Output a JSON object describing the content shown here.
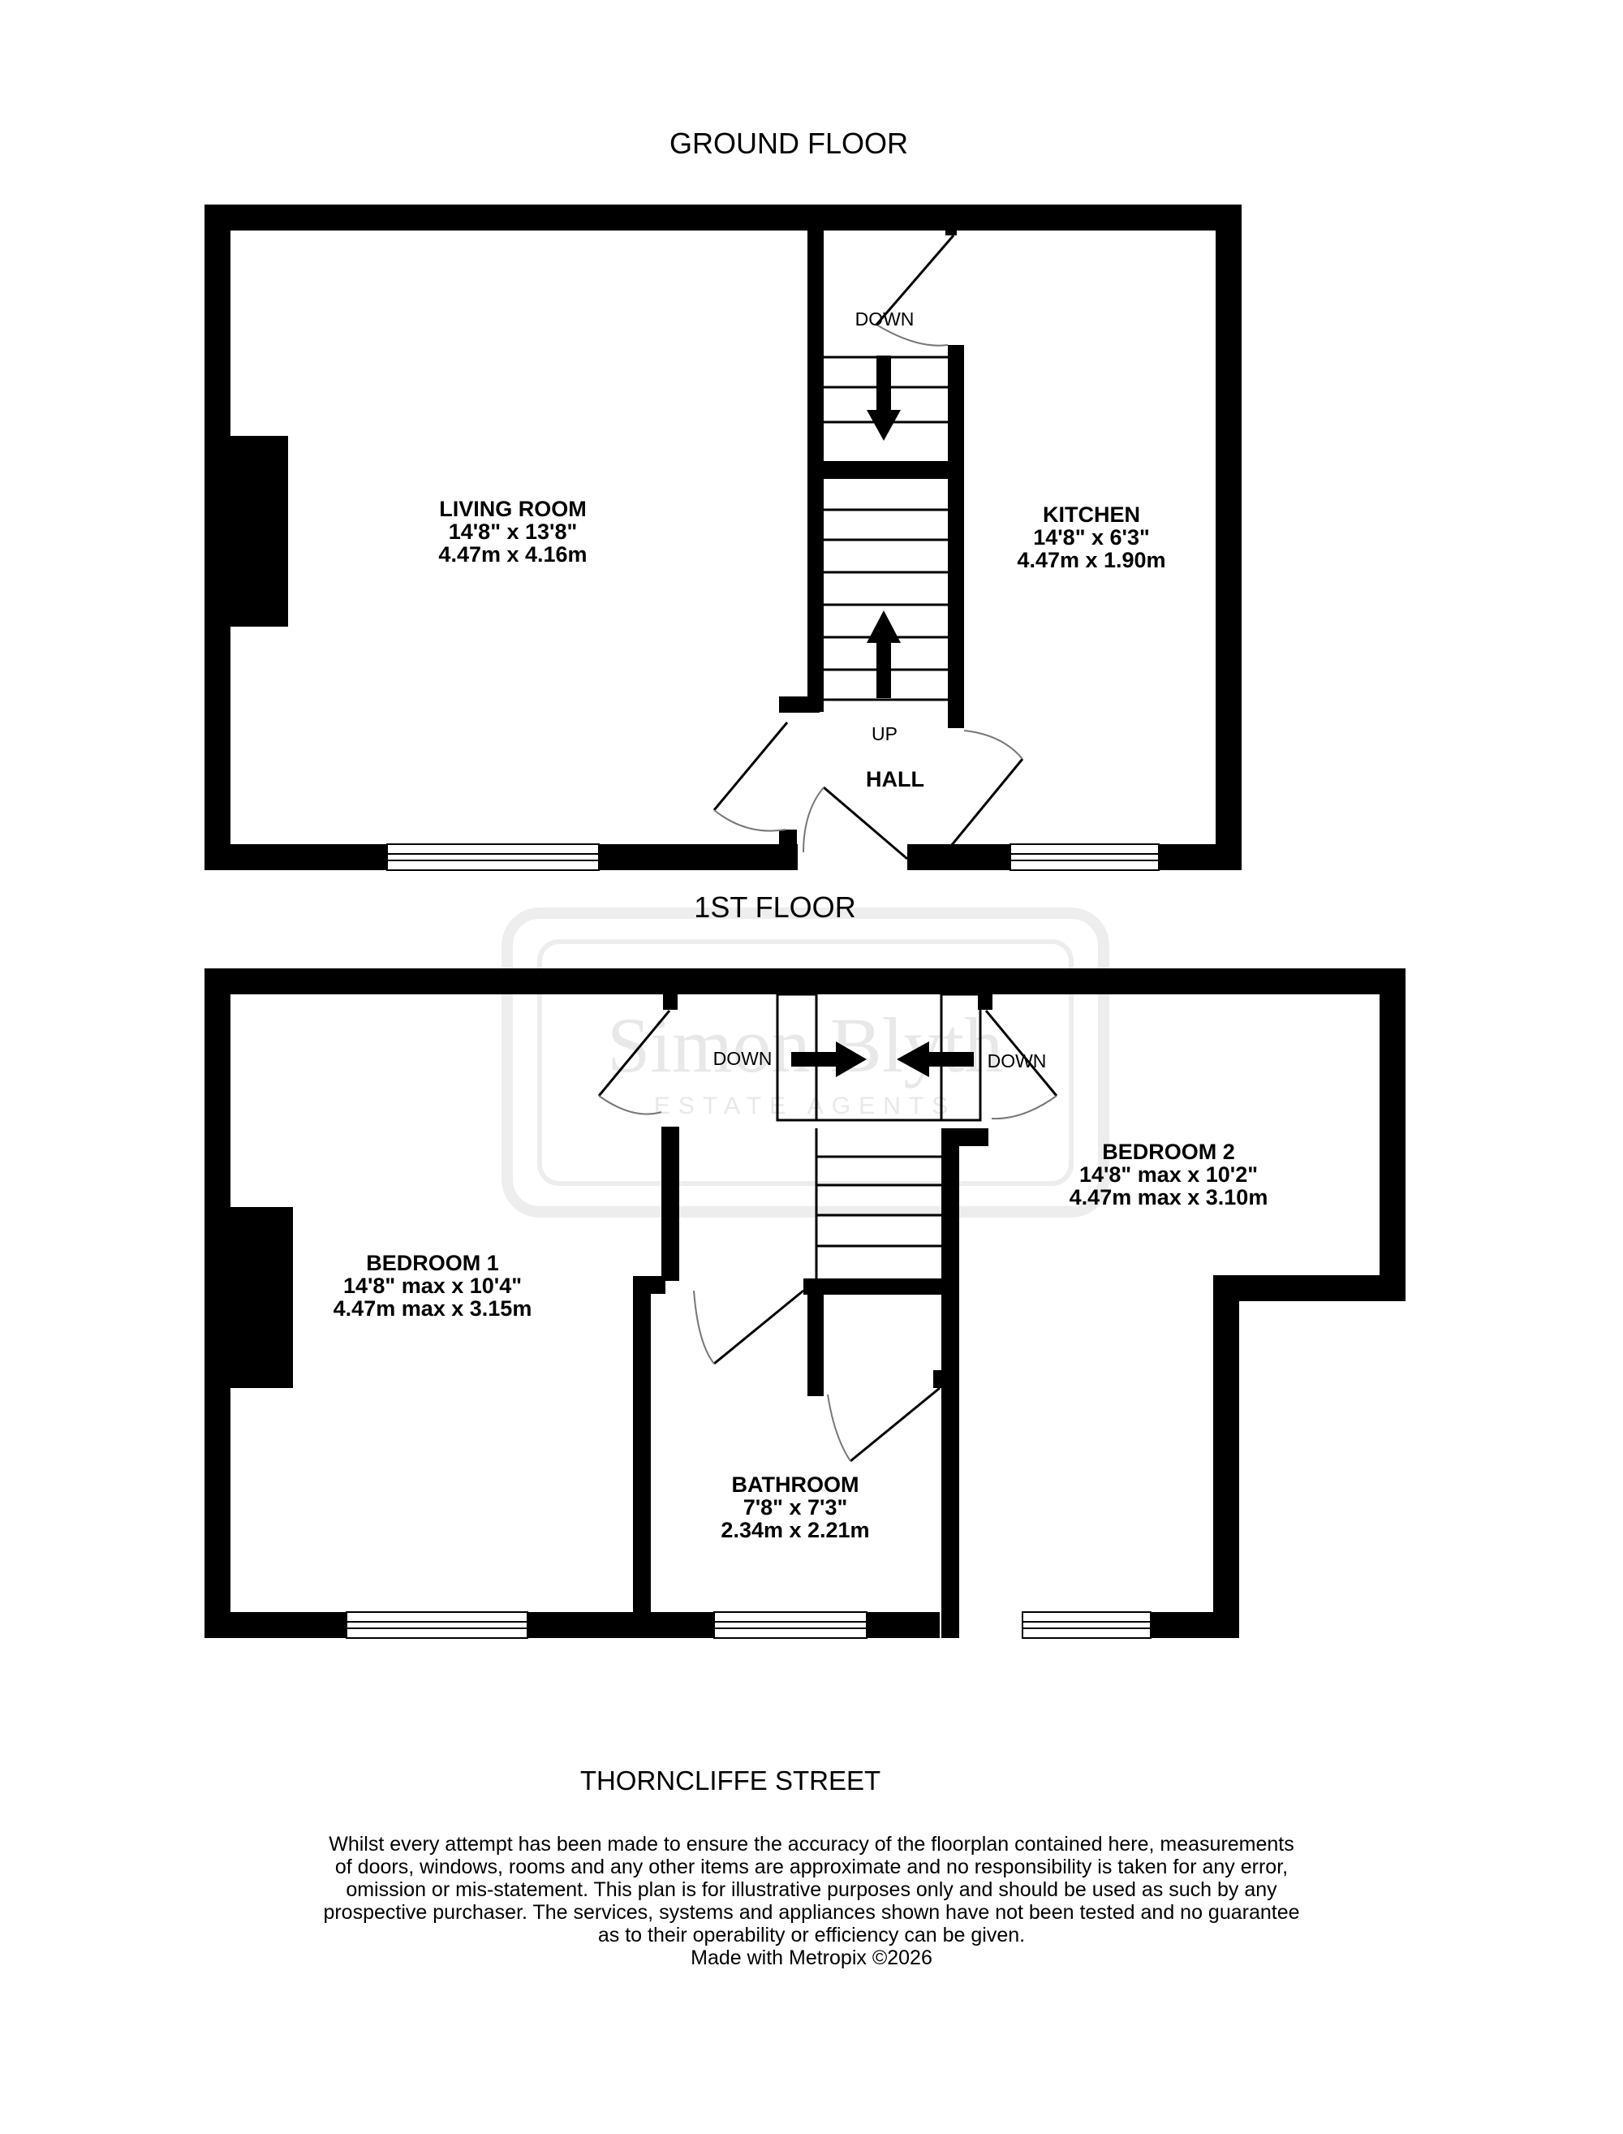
{
  "ground_floor": {
    "title": "GROUND FLOOR",
    "rooms": {
      "living_room": {
        "name": "LIVING ROOM",
        "imperial": "14'8\"  x 13'8\"",
        "metric": "4.47m  x 4.16m"
      },
      "kitchen": {
        "name": "KITCHEN",
        "imperial": "14'8\"  x 6'3\"",
        "metric": "4.47m  x 1.90m"
      },
      "hall": {
        "name": "HALL"
      }
    },
    "stair_labels": {
      "down": "DOWN",
      "up": "UP"
    }
  },
  "first_floor": {
    "title": "1ST FLOOR",
    "rooms": {
      "bedroom1": {
        "name": "BEDROOM 1",
        "imperial": "14'8\" max x 10'4\"",
        "metric": "4.47m max x 3.15m"
      },
      "bedroom2": {
        "name": "BEDROOM 2",
        "imperial": "14'8\" max x 10'2\"",
        "metric": "4.47m max x 3.10m"
      },
      "bathroom": {
        "name": "BATHROOM",
        "imperial": "7'8\"  x 7'3\"",
        "metric": "2.34m  x 2.21m"
      }
    },
    "stair_labels": {
      "down_left": "DOWN",
      "down_right": "DOWN"
    }
  },
  "watermark": {
    "name": "Simon Blyth",
    "tagline": "ESTATE AGENTS"
  },
  "street": "THORNCLIFFE STREET",
  "disclaimer": {
    "lines": [
      "Whilst every attempt has been made to ensure the accuracy of the floorplan contained here, measurements",
      "of doors, windows, rooms and any other items are approximate and no responsibility is taken for any error,",
      "omission or mis-statement. This plan is for illustrative purposes only and should be used as such by any",
      "prospective purchaser. The services, systems and appliances shown have not been tested and no guarantee",
      "as to their operability or efficiency can be given."
    ],
    "credit": "Made with Metropix ©2026"
  }
}
